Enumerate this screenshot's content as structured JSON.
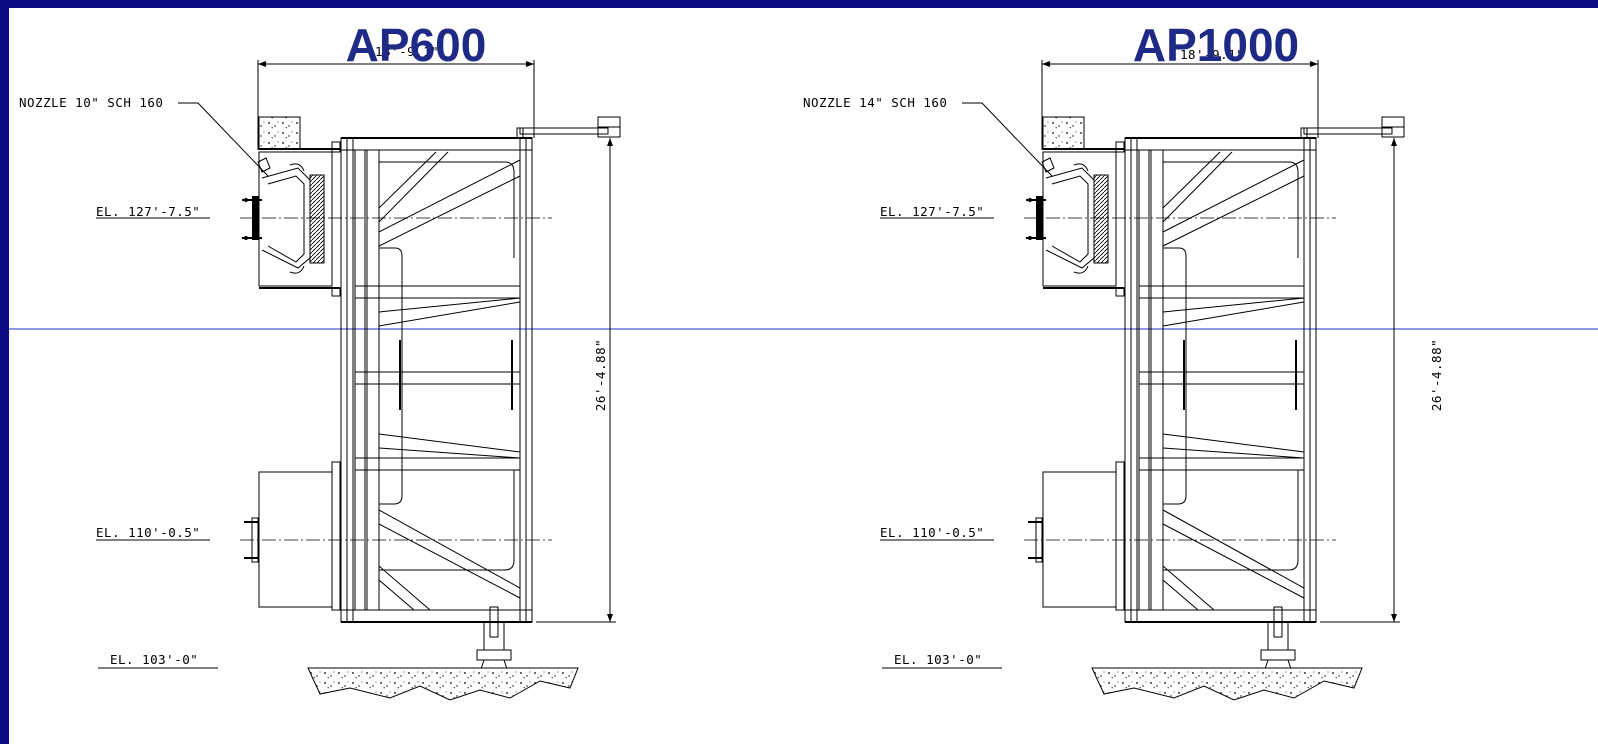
{
  "colors": {
    "border": "#0b0b84",
    "title": "#1e2a86",
    "guide": "#2233cc"
  },
  "panels": [
    {
      "title": "AP600",
      "nozzle": "NOZZLE 10\" SCH 160",
      "width_dim": "18'-9.1\"",
      "height_dim": "26'-4.88\"",
      "elevations": [
        "EL. 127'-7.5\"",
        "EL. 110'-0.5\"",
        "EL. 103'-0\""
      ]
    },
    {
      "title": "AP1000",
      "nozzle": "NOZZLE 14\" SCH 160",
      "width_dim": "18'-9.1\"",
      "height_dim": "26'-4.88\"",
      "elevations": [
        "EL. 127'-7.5\"",
        "EL. 110'-0.5\"",
        "EL. 103'-0\""
      ]
    }
  ]
}
